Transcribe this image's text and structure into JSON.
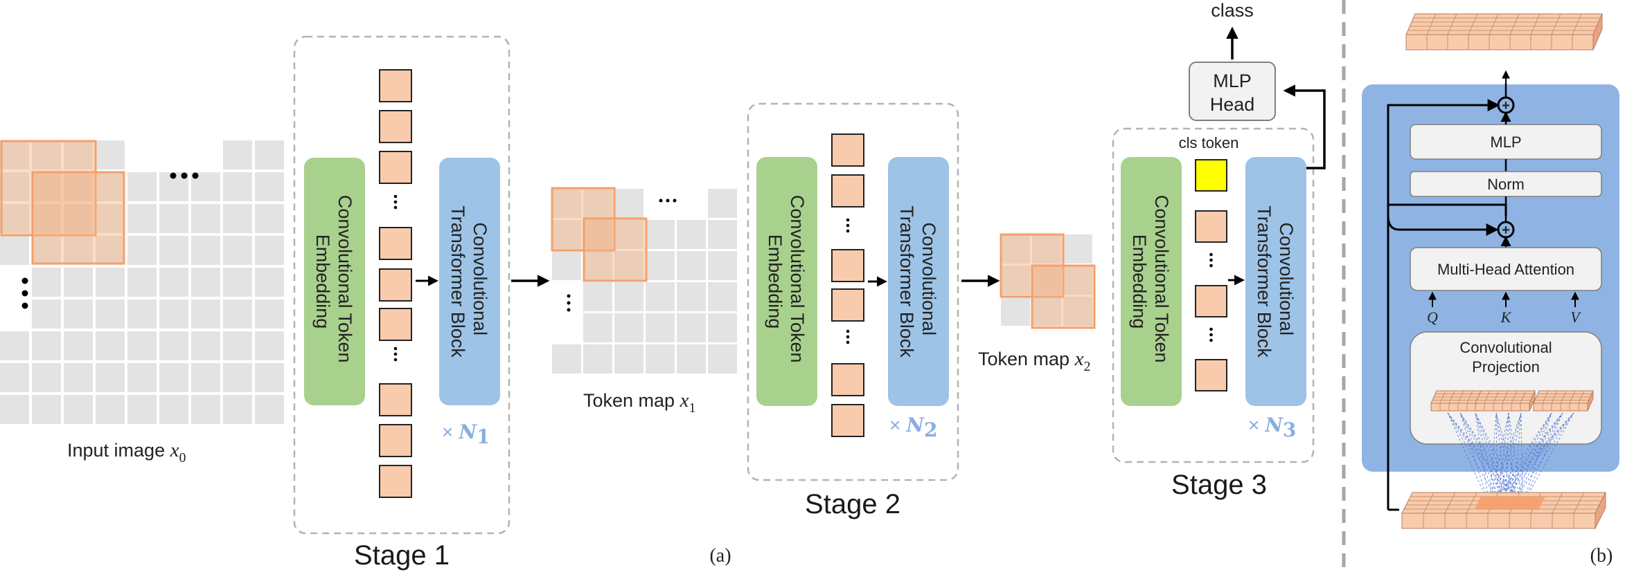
{
  "panel_a_label": "(a)",
  "panel_b_label": "(b)",
  "input": {
    "caption": "Input image ",
    "var": "x",
    "sub": "0"
  },
  "stage1": {
    "title": "Stage 1",
    "embedding_label": [
      "Convolutional Token",
      "Embedding"
    ],
    "transformer_label": [
      "Convolutional",
      "Transformer Block"
    ],
    "mult_prefix": "×",
    "mult_var": "N",
    "mult_sub": "1"
  },
  "token_map1": {
    "caption": "Token map ",
    "var": "x",
    "sub": "1"
  },
  "stage2": {
    "title": "Stage 2",
    "embedding_label": [
      "Convolutional Token",
      "Embedding"
    ],
    "transformer_label": [
      "Convolutional",
      "Transformer Block"
    ],
    "mult_prefix": "×",
    "mult_var": "N",
    "mult_sub": "2"
  },
  "token_map2": {
    "caption": "Token map ",
    "var": "x",
    "sub": "2"
  },
  "stage3": {
    "title": "Stage 3",
    "cls_token_label": "cls token",
    "embedding_label": [
      "Convolutional Token",
      "Embedding"
    ],
    "transformer_label": [
      "Convolutional",
      "Transformer Block"
    ],
    "mult_prefix": "×",
    "mult_var": "N",
    "mult_sub": "3"
  },
  "mlp_head": {
    "line1": "MLP",
    "line2": "Head"
  },
  "class_label": "class",
  "block_detail": {
    "mlp": "MLP",
    "norm": "Norm",
    "mha": "Multi-Head Attention",
    "q": "Q",
    "k": "K",
    "v": "V",
    "conv_proj_line1": "Convolutional",
    "conv_proj_line2": "Projection"
  },
  "colors": {
    "grid_gray": "#e3e3e3",
    "patch_orange": "#f4b183",
    "token_fill": "#f8cbad",
    "embed_green": "#a9d18e",
    "transformer_blue": "#9dc3e6",
    "panel_blue": "#8fb4e3",
    "cls_yellow": "#ffff00"
  }
}
